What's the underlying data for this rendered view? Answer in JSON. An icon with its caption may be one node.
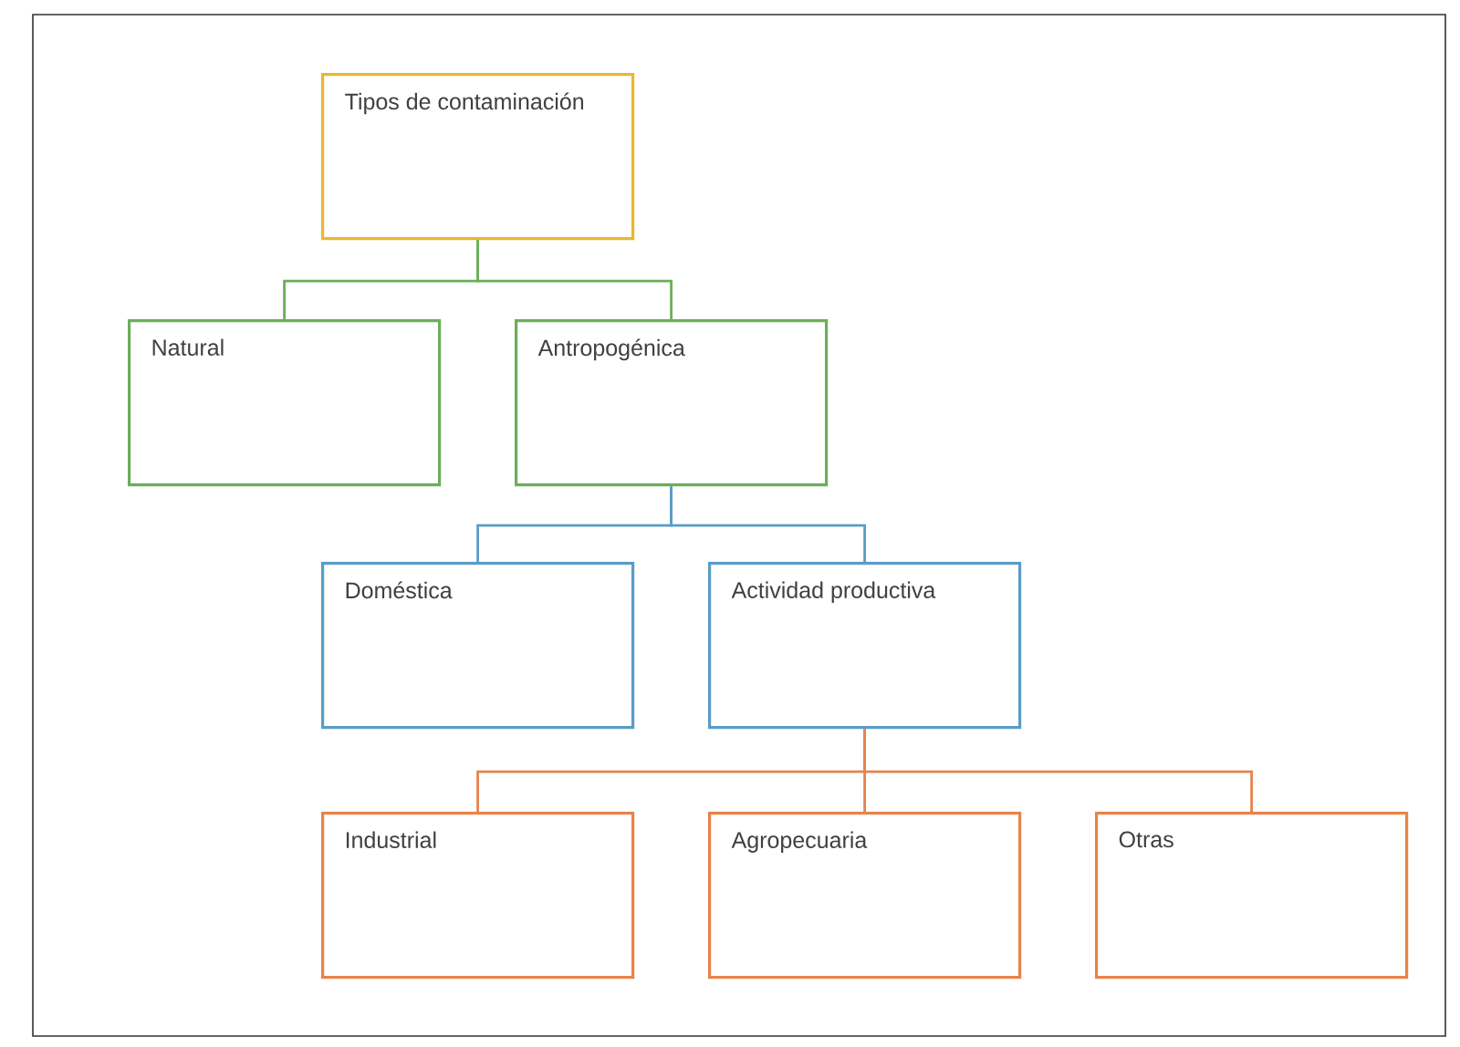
{
  "diagram": {
    "nodes": [
      {
        "text": [
          "Tipos de contaminación"
        ]
      },
      {
        "text": [
          "Natural"
        ]
      },
      {
        "text": [
          "Antropogénica"
        ]
      },
      {
        "text": [
          "Doméstica"
        ]
      },
      {
        "text": [
          "Actividad productiva"
        ]
      },
      {
        "text": [
          "Industrial"
        ]
      },
      {
        "text": [
          "Agropecuaria"
        ]
      },
      {
        "text": [
          "Otras"
        ]
      }
    ],
    "edges": [
      {
        "from": 0,
        "to": 1,
        "arrow": "none",
        "color": "#6cae5a"
      },
      {
        "from": 0,
        "to": 2,
        "arrow": "none",
        "color": "#6cae5a"
      },
      {
        "from": 2,
        "to": 3,
        "arrow": "none",
        "color": "#5a9cc8"
      },
      {
        "from": 2,
        "to": 4,
        "arrow": "none",
        "color": "#5a9cc8"
      },
      {
        "from": 4,
        "to": 5,
        "arrow": "none",
        "color": "#e8834a"
      },
      {
        "from": 4,
        "to": 6,
        "arrow": "none",
        "color": "#e8834a"
      },
      {
        "from": 4,
        "to": 7,
        "arrow": "none",
        "color": "#e8834a"
      }
    ]
  }
}
